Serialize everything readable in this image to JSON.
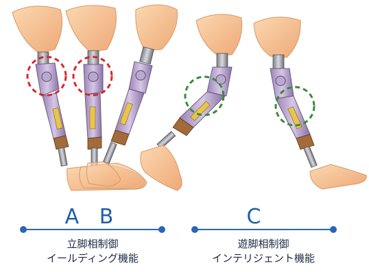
{
  "labels": {
    "ab": "A B",
    "c": "C"
  },
  "captions": {
    "stance_line1": "立脚相制御",
    "stance_line2": "イールディング機能",
    "swing_line1": "遊脚相制御",
    "swing_line2": "インテリジェント機能"
  },
  "colors": {
    "skin": "#f4c08e",
    "accent_blue": "#2a66b3",
    "stance_circle": "#d9272e",
    "swing_circle": "#3a8a3a"
  },
  "icons": [
    "prosthetic-leg-icon"
  ]
}
